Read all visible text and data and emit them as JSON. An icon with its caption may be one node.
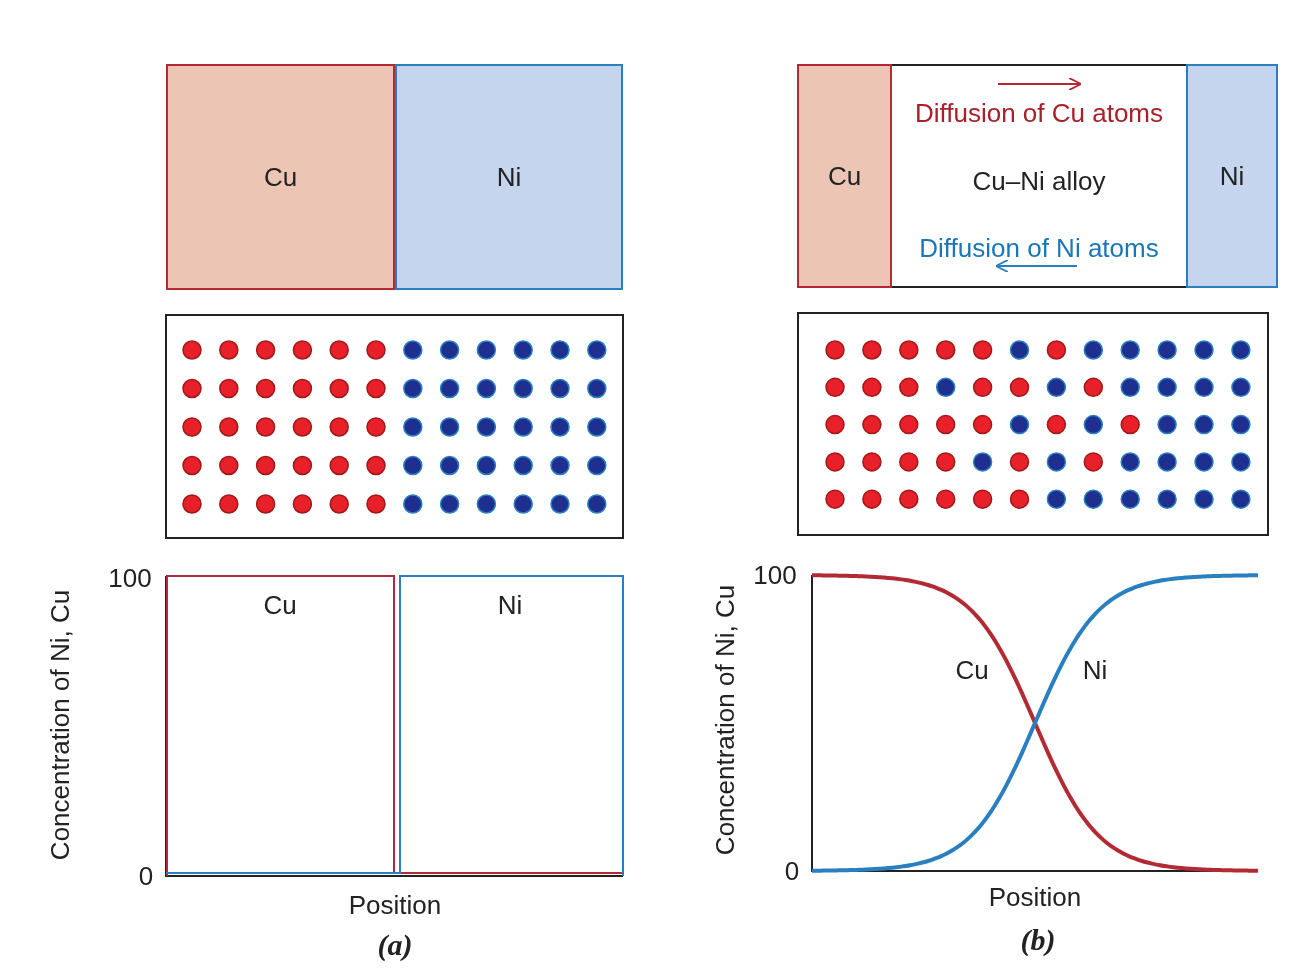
{
  "diagram": {
    "nodes": [
      {
        "text": [
          "Cu"
        ]
      },
      {
        "text": [
          "Ni"
        ]
      },
      {
        "text": [
          "Cu"
        ]
      },
      {
        "text": [
          "Diffusion of Cu atoms",
          "Cu–Ni alloy",
          "Diffusion of Ni atoms"
        ]
      },
      {
        "text": [
          "Ni"
        ]
      }
    ],
    "labels": [
      "100",
      "Cu",
      "Ni",
      "Concentration of Ni, Cu",
      "0",
      "Position",
      "(a)",
      "100",
      "Concentration of Ni, Cu",
      "Cu",
      "Ni",
      "0",
      "Position",
      "(b)"
    ]
  }
}
